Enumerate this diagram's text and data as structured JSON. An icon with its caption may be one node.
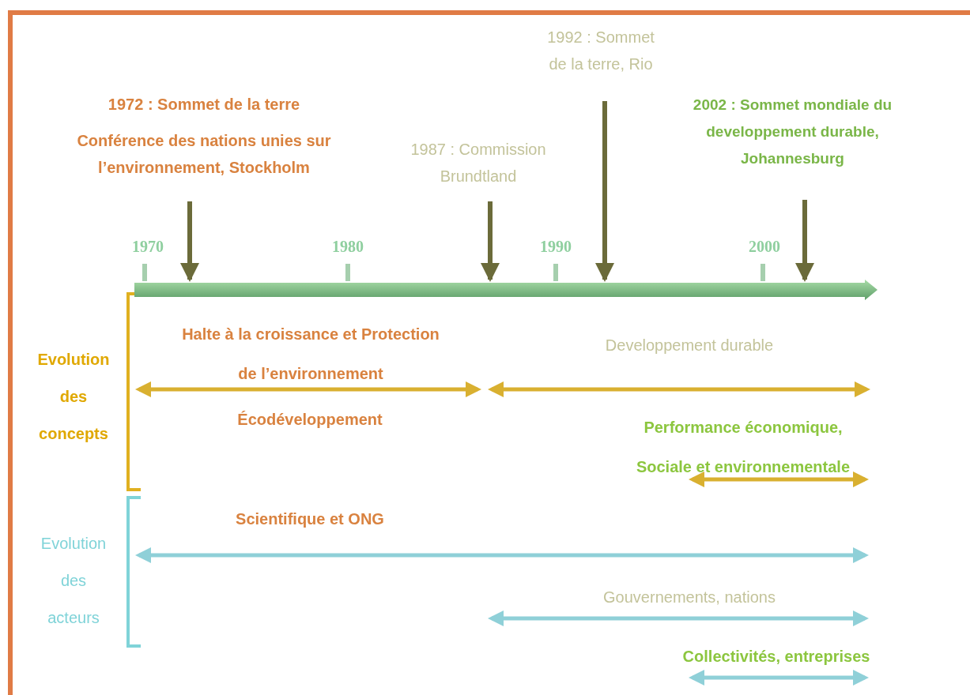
{
  "diagram": {
    "nodes": [
      {
        "text": [
          "1972 : Sommet de la terre",
          "Conférence des nations unies sur l’environnement, Stockholm"
        ]
      },
      {
        "text": [
          "1987 : Commission Brundtland"
        ]
      },
      {
        "text": [
          "1992 : Sommet de la terre, Rio"
        ]
      },
      {
        "text": [
          "2002 : Sommet mondiale du developpement durable, Johannesburg"
        ]
      },
      {
        "text": [],
        "shape": "bar"
      }
    ],
    "edges": [
      {
        "from": 0,
        "to": 4,
        "arrow": "to"
      },
      {
        "from": 1,
        "to": 4,
        "arrow": "to"
      },
      {
        "from": 2,
        "to": 4,
        "arrow": "to"
      },
      {
        "from": 3,
        "to": 4,
        "arrow": "to"
      }
    ],
    "labels": [
      "1970",
      "1980",
      "1990",
      "2000",
      "Evolution des concepts",
      "Halte à la croissance et Protection de l’environnement",
      "Developpement durable",
      "Écodéveloppement",
      "Performance économique, Sociale et environnementale",
      "Evolution des acteurs",
      "Scientifique et ONG",
      "Gouvernements, nations",
      "Collectivités, entreprises"
    ]
  }
}
